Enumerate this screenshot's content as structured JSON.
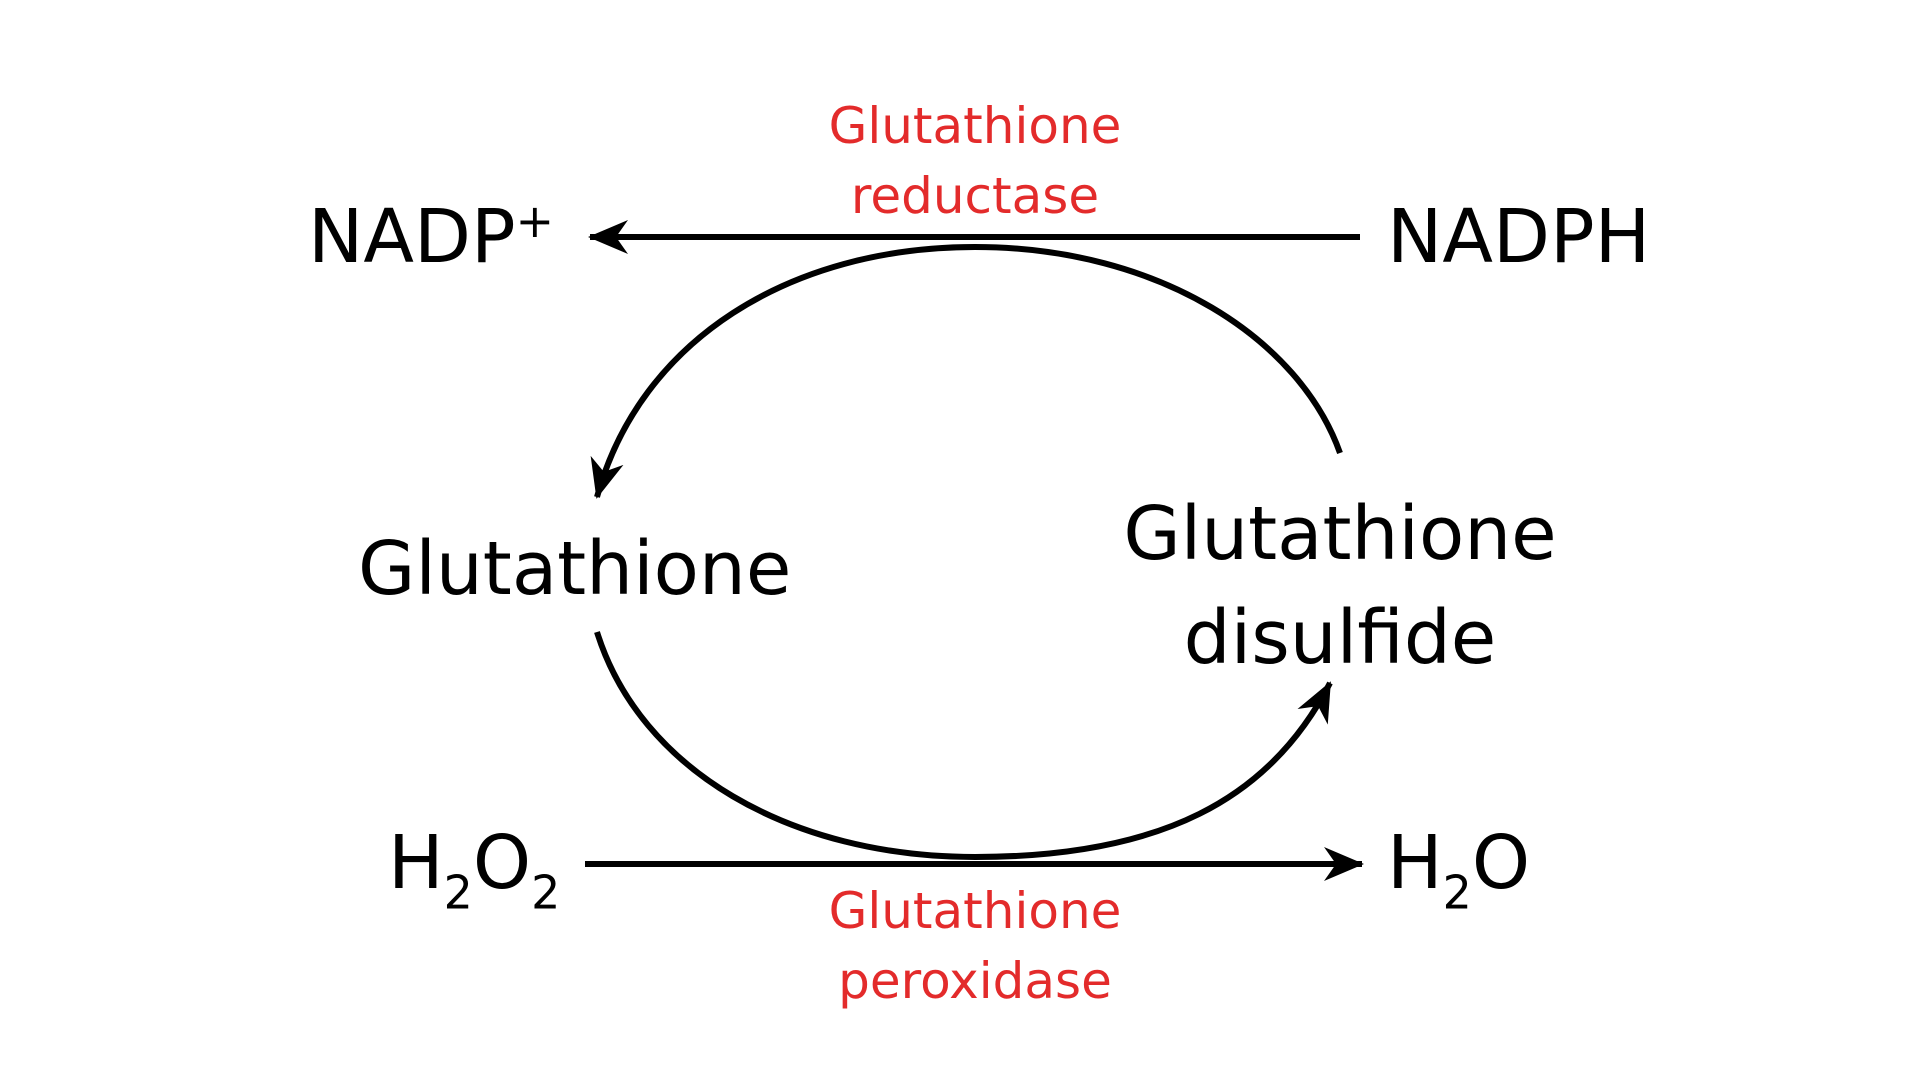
{
  "nodes": {
    "nadp_plus": {
      "base": "NADP",
      "sup": "+"
    },
    "nadph": "NADPH",
    "glutathione": "Glutathione",
    "gssg": {
      "line1": "Glutathione",
      "line2": "disulfide"
    },
    "h2o2": {
      "part1": "H",
      "sub1": "2",
      "part2": "O",
      "sub2": "2"
    },
    "h2o": {
      "part1": "H",
      "sub1": "2",
      "part2": "O"
    }
  },
  "enzymes": {
    "reductase": {
      "line1": "Glutathione",
      "line2": "reductase"
    },
    "peroxidase": {
      "line1": "Glutathione",
      "line2": "peroxidase"
    }
  },
  "colors": {
    "text": "#000000",
    "arrow": "#000000",
    "enzyme": "#e32b2b"
  }
}
